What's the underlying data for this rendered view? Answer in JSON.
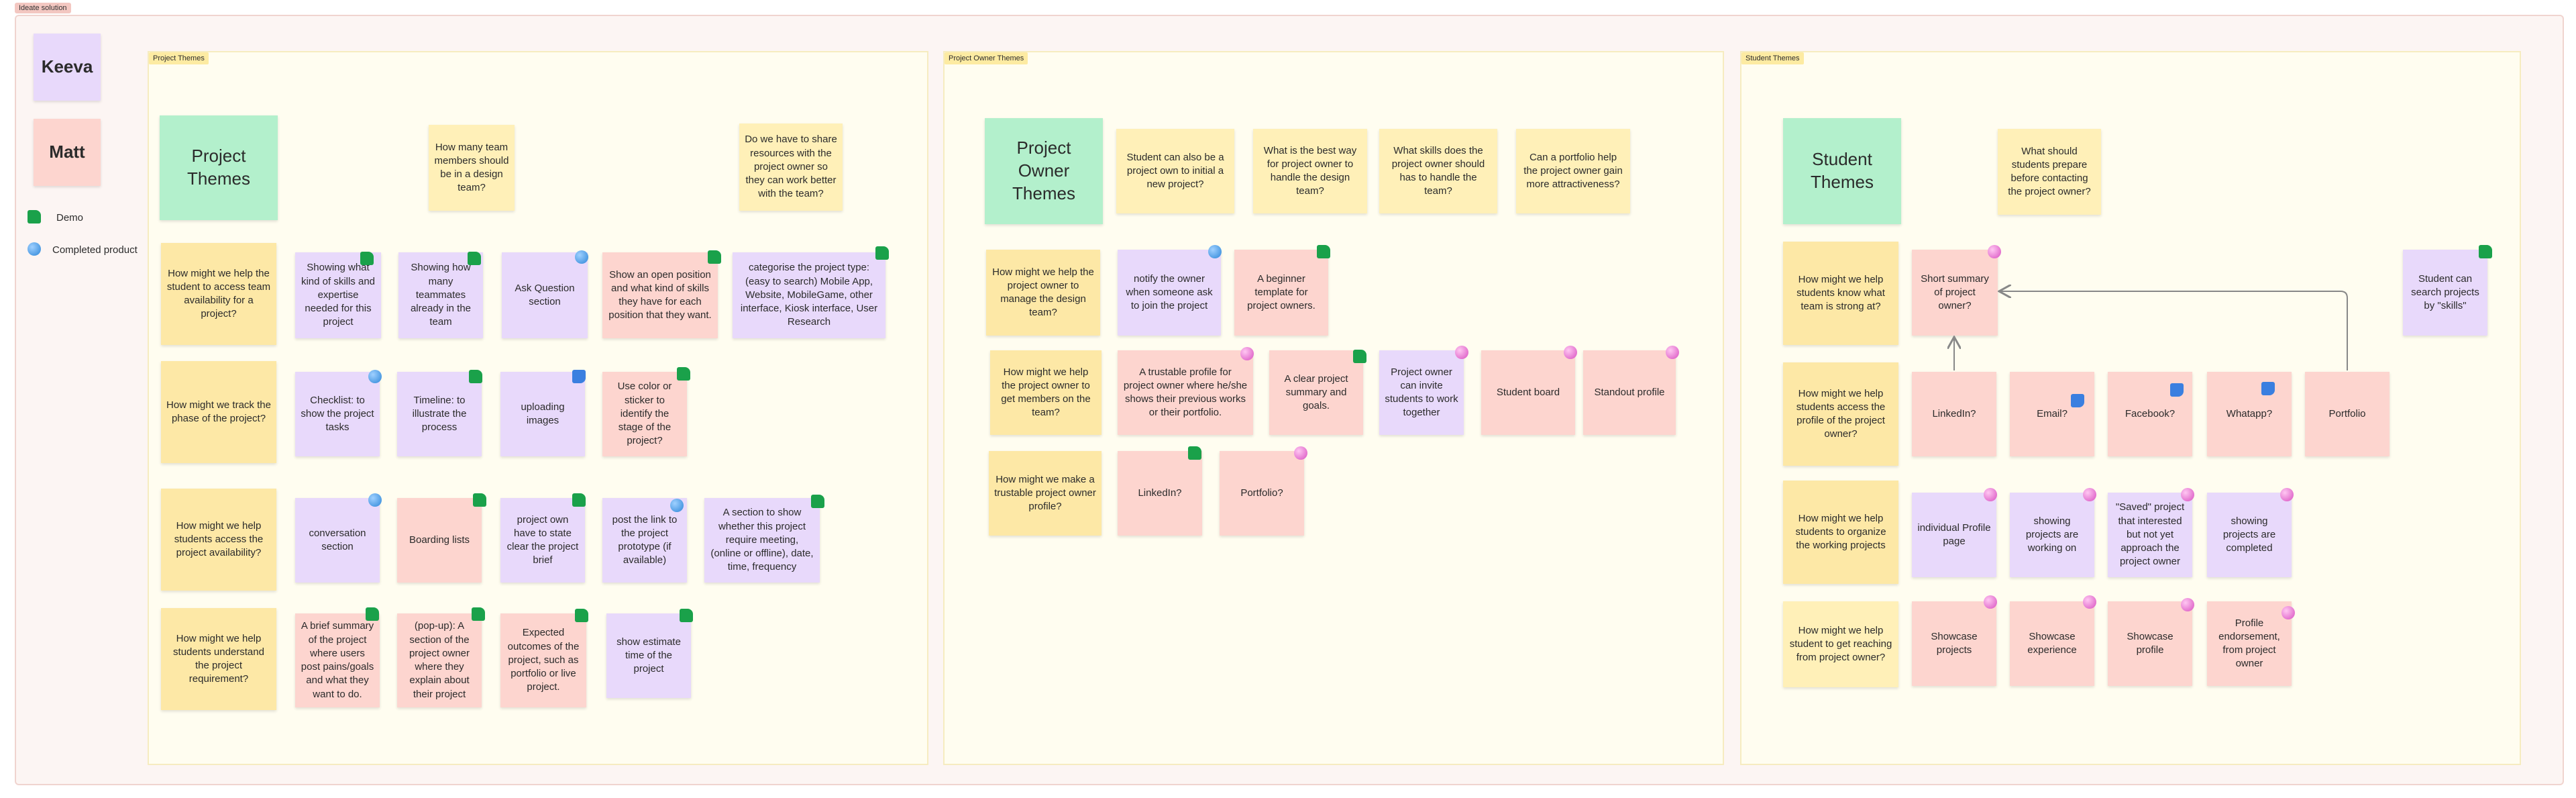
{
  "board_title": "Ideate solution",
  "people": [
    "Keeva",
    "Matt"
  ],
  "legend": {
    "demo": "Demo",
    "completed": "Completed product"
  },
  "sections": {
    "project": {
      "tag": "Project Themes",
      "theme": "Project Themes",
      "q_top1": "How many team members should be in a design team?",
      "q_top2": "Do we have to share resources with the project owner so they can work better with the team?",
      "rows": [
        {
          "hmw": "How might we help the student to access team availability for a project?",
          "notes": [
            "Showing what kind of skills and expertise needed for this project",
            "Showing how many teammates already in the team",
            "Ask Question section",
            "Show an open position and what kind of skills they have for each position that they want.",
            "categorise the project type: (easy to search) Mobile App, Website, MobileGame, other interface, Kiosk interface, User Research"
          ]
        },
        {
          "hmw": "How might we track the phase of the project?",
          "notes": [
            "Checklist: to show the project tasks",
            "Timeline: to illustrate the process",
            "uploading images",
            "Use color or sticker to identify the stage of the project?"
          ]
        },
        {
          "hmw": "How might we help students access the project availability?",
          "notes": [
            "conversation section",
            "Boarding lists",
            "project own have to state clear the project brief",
            "post the link to the project prototype (if available)",
            "A section to show whether this project require meeting, (online or offline), date, time, frequency"
          ]
        },
        {
          "hmw": "How might we help students understand the project requirement?",
          "notes": [
            "A brief summary of the project where users post pains/goals and what they want to do.",
            "(pop-up): A section of the project owner where they explain about their project",
            "Expected outcomes of the project, such as portfolio or live project.",
            "show estimate time of the project"
          ]
        }
      ]
    },
    "owner": {
      "tag": "Project Owner Themes",
      "theme": "Project Owner Themes",
      "top": [
        "Student can also be a project own to initial a new project?",
        "What is the best way for project owner to handle the design team?",
        "What skills does the project owner should has to handle the team?",
        "Can a portfolio help the project owner gain more attractiveness?"
      ],
      "rows": [
        {
          "hmw": "How might we help the project owner to manage the design team?",
          "notes": [
            "notify the owner when someone ask to join the project",
            "A beginner template for project owners."
          ]
        },
        {
          "hmw": "How might we help the project owner to get members on the team?",
          "notes": [
            "A trustable profile for project owner where he/she shows their previous works or their portfolio.",
            "A clear project summary and goals.",
            "Project owner can invite students to work together",
            "Student board",
            "Standout profile"
          ]
        },
        {
          "hmw": "How might we make a trustable project owner profile?",
          "notes": [
            "LinkedIn?",
            "Portfolio?"
          ]
        }
      ]
    },
    "student": {
      "tag": "Student Themes",
      "theme": "Student Themes",
      "q_top": "What should students prepare before contacting the project owner?",
      "side": "Student can search projects by \"skills\"",
      "rows": [
        {
          "hmw": "How might we help students know what team is strong at?",
          "notes": [
            "Short summary of project owner?"
          ]
        },
        {
          "hmw": "How might we help students access the profile of the project owner?",
          "notes": [
            "LinkedIn?",
            "Email?",
            "Facebook?",
            "Whatapp?",
            "Portfolio"
          ]
        },
        {
          "hmw": "How might we help students to organize the working projects",
          "notes": [
            "individual Profile page",
            "showing projects are working on",
            "\"Saved\" project that interested but not yet approach the project owner",
            "showing projects are completed"
          ]
        },
        {
          "hmw": "How might we help student to get reaching from project owner?",
          "notes": [
            "Showcase projects",
            "Showcase experience",
            "Showcase profile",
            "Profile endorsement, from project owner"
          ]
        }
      ]
    }
  },
  "colors": {
    "purple": "#e8d9fb",
    "pink": "#fdd5cf",
    "yellow": "#fde8a6",
    "green": "#b3f0cc",
    "demo": "#1aa14a",
    "completed": "#2c86d8",
    "disagree": "#3a7fe0",
    "pink_marker": "#d84fc0"
  }
}
